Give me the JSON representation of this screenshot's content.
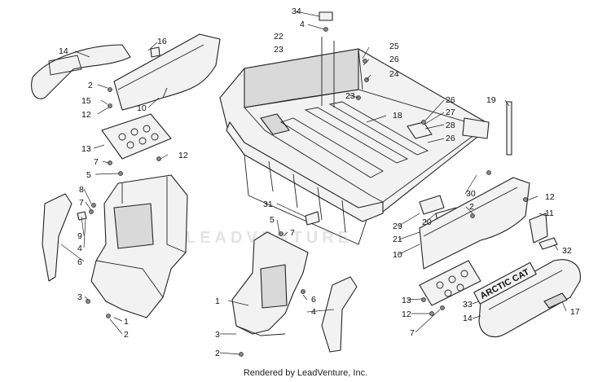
{
  "watermark": "LEADVENTURE",
  "caption": "Rendered by LeadVenture, Inc.",
  "decal_text": "ARCTIC CAT",
  "callouts": [
    {
      "id": "c34",
      "label": "34"
    },
    {
      "id": "c4a",
      "label": "4"
    },
    {
      "id": "c22",
      "label": "22"
    },
    {
      "id": "c23a",
      "label": "23"
    },
    {
      "id": "c25",
      "label": "25"
    },
    {
      "id": "c26a",
      "label": "26"
    },
    {
      "id": "c24",
      "label": "24"
    },
    {
      "id": "c23b",
      "label": "23"
    },
    {
      "id": "c14a",
      "label": "14"
    },
    {
      "id": "c16",
      "label": "16"
    },
    {
      "id": "c2a",
      "label": "2"
    },
    {
      "id": "c15",
      "label": "15"
    },
    {
      "id": "c12a",
      "label": "12"
    },
    {
      "id": "c10a",
      "label": "10"
    },
    {
      "id": "c18",
      "label": "18"
    },
    {
      "id": "c26b",
      "label": "26"
    },
    {
      "id": "c27",
      "label": "27"
    },
    {
      "id": "c28",
      "label": "28"
    },
    {
      "id": "c26c",
      "label": "26"
    },
    {
      "id": "c19",
      "label": "19"
    },
    {
      "id": "c13a",
      "label": "13"
    },
    {
      "id": "c7a",
      "label": "7"
    },
    {
      "id": "c12b",
      "label": "12"
    },
    {
      "id": "c5a",
      "label": "5"
    },
    {
      "id": "c8",
      "label": "8"
    },
    {
      "id": "c7b",
      "label": "7"
    },
    {
      "id": "c9",
      "label": "9"
    },
    {
      "id": "c4b",
      "label": "4"
    },
    {
      "id": "c6a",
      "label": "6"
    },
    {
      "id": "c3a",
      "label": "3"
    },
    {
      "id": "c1a",
      "label": "1"
    },
    {
      "id": "c2b",
      "label": "2"
    },
    {
      "id": "c31",
      "label": "31"
    },
    {
      "id": "c5b",
      "label": "5"
    },
    {
      "id": "c7c",
      "label": "7"
    },
    {
      "id": "c30",
      "label": "30"
    },
    {
      "id": "c12c",
      "label": "12"
    },
    {
      "id": "c2c",
      "label": "2"
    },
    {
      "id": "c11",
      "label": "11"
    },
    {
      "id": "c29",
      "label": "29"
    },
    {
      "id": "c20",
      "label": "20"
    },
    {
      "id": "c21",
      "label": "21"
    },
    {
      "id": "c10b",
      "label": "10"
    },
    {
      "id": "c32",
      "label": "32"
    },
    {
      "id": "c1b",
      "label": "1"
    },
    {
      "id": "c6b",
      "label": "6"
    },
    {
      "id": "c4c",
      "label": "4"
    },
    {
      "id": "c3b",
      "label": "3"
    },
    {
      "id": "c2d",
      "label": "2"
    },
    {
      "id": "c13b",
      "label": "13"
    },
    {
      "id": "c12d",
      "label": "12"
    },
    {
      "id": "c7d",
      "label": "7"
    },
    {
      "id": "c33",
      "label": "33"
    },
    {
      "id": "c14b",
      "label": "14"
    },
    {
      "id": "c17",
      "label": "17"
    }
  ]
}
